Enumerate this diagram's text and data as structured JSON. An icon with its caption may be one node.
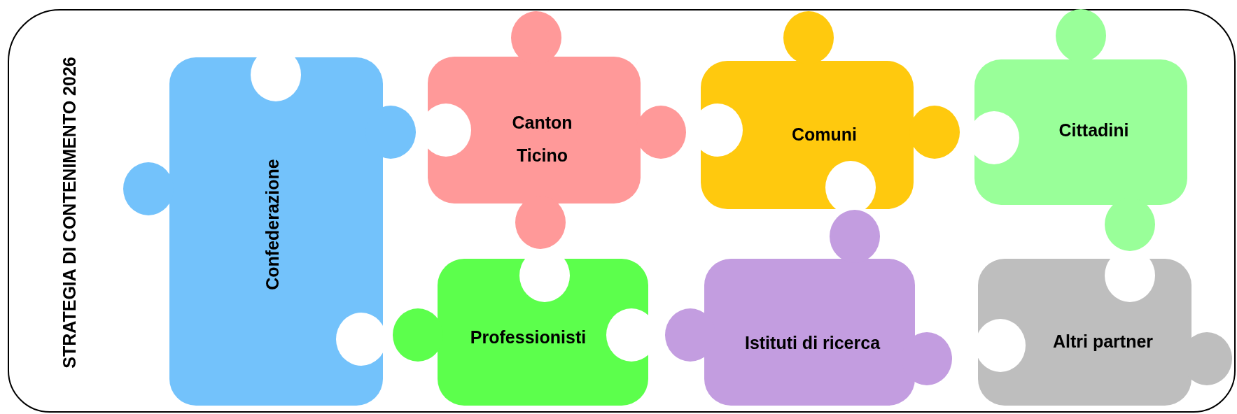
{
  "diagram": {
    "nodes": [
      {
        "text": [
          "STRATEGIA DI CONTENIMENTO 2026"
        ]
      },
      {
        "text": [
          "Confederazione"
        ],
        "in": 0
      },
      {
        "text": [
          "Canton Ticino"
        ],
        "in": 0
      },
      {
        "text": [
          "Comuni"
        ],
        "in": 0
      },
      {
        "text": [
          "Cittadini"
        ],
        "in": 0
      },
      {
        "text": [
          "Professionisti"
        ],
        "in": 0
      },
      {
        "text": [
          "Istituti di ricerca"
        ],
        "in": 0
      },
      {
        "text": [
          "Altri partner"
        ],
        "in": 0
      }
    ]
  }
}
